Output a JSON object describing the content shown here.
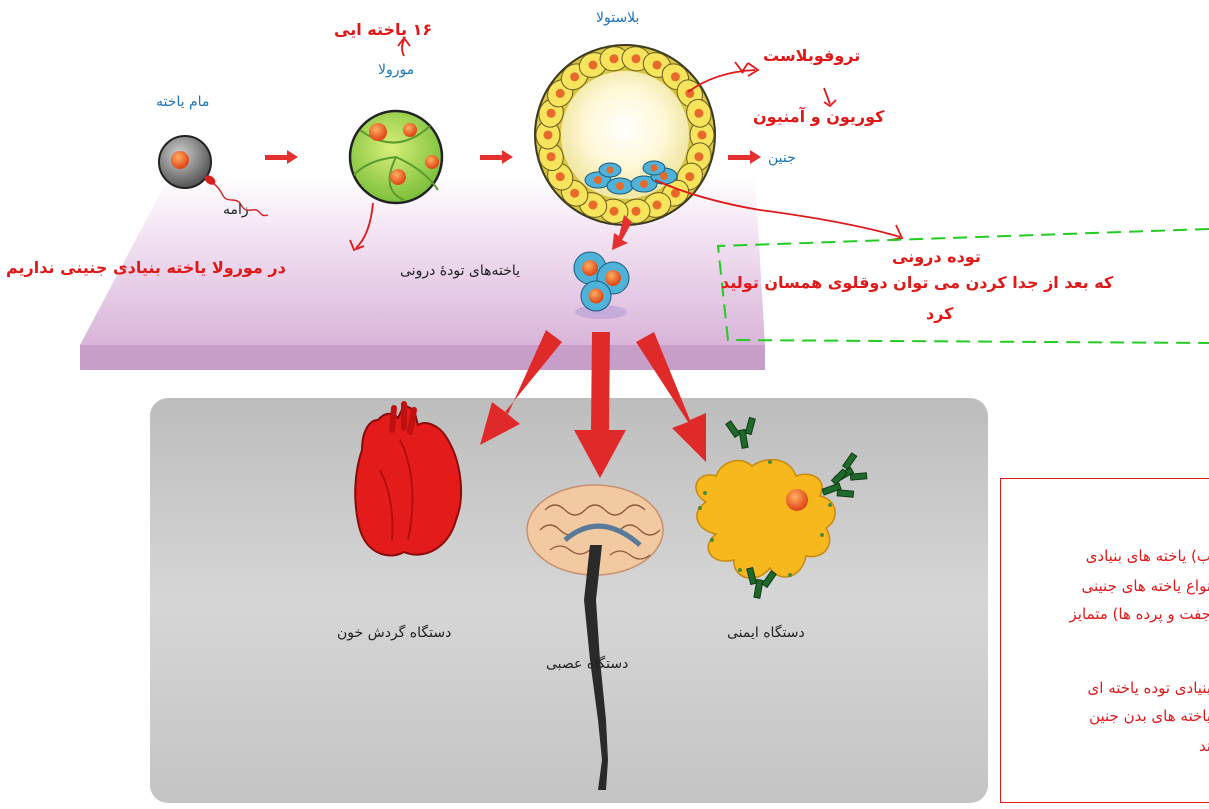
{
  "labels": {
    "mam_yakhte": "ماﻡ ﯾﺎﺧﺘﻪ",
    "zameh": "زامه",
    "morula": "موﺭوﻻ",
    "blastula": "ﺑﻼﺳﺘﻮﻻ",
    "janin": "جنین",
    "inner_mass_cells": "یاختە‌ﻫﺎی ﺗﻮدۀ ﺩروﻧﯽ",
    "circulatory": "دستگاه گردش خون",
    "nervous": "دستگاه عصبی",
    "immune": "دستگاه ایمنی"
  },
  "notes": {
    "sixteen_cell": "۱۶ یاخته ایی",
    "trophoblast": "تروفوبلاست",
    "chorion_amnion": "کوریون و آمنیون",
    "morula_no_stem": "در مورولا  یاخته بنیادی جنینی نداریم",
    "inner_mass_title": "توده درونی",
    "twins_line1": "که بعد از جدا کردن می توان دوقلوی همسان تولید",
    "twins_line2": "کرد"
  },
  "textbox": {
    "line1": "ب)  یاخته های  بنیادی",
    "line2": "نواع یاخته های جنینی",
    "line3": "جفت و پرده ها) متمایز",
    "line4": "بنیادی توده یاخته ای",
    "line5": "یاخته های بدن جنین",
    "line6": "ند"
  },
  "colors": {
    "annotation_red": "#e01818",
    "label_blue": "#1a75b8",
    "dashed_green": "#22cc22",
    "platform": "#e6c9e6",
    "panel_gray": "#cfcfcf"
  }
}
